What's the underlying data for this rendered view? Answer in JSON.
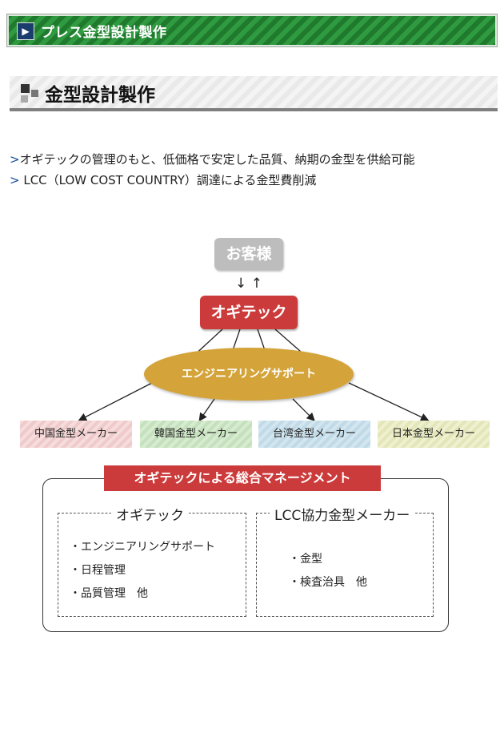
{
  "header": {
    "title": "プレス金型設計製作",
    "icon": "play-arrow-icon"
  },
  "section": {
    "title": "金型設計製作"
  },
  "intro": [
    {
      "mark": ">",
      "text": "オギテックの管理のもと、低価格で安定した品質、納期の金型を供給可能"
    },
    {
      "mark": ">",
      "text": " LCC（LOW COST COUNTRY）調達による金型費削減"
    }
  ],
  "diagram": {
    "customer": "お客様",
    "arrows": "↓ ↑",
    "company": "オギテック",
    "support": "エンジニアリングサポート",
    "makers": [
      "中国金型メーカー",
      "韓国金型メーカー",
      "台湾金型メーカー",
      "日本金型メーカー"
    ],
    "colors": {
      "red": "#cc3b3b",
      "gold": "#d4a43a",
      "gray": "#bdbdbd"
    }
  },
  "management": {
    "title": "オギテックによる総合マネージメント",
    "left": {
      "title": "オギテック",
      "items": [
        "・エンジニアリングサポート",
        "・日程管理",
        "・品質管理　他"
      ]
    },
    "right": {
      "title": "LCC協力金型メーカー",
      "items": [
        "・金型",
        "・検査治具　他"
      ]
    }
  }
}
